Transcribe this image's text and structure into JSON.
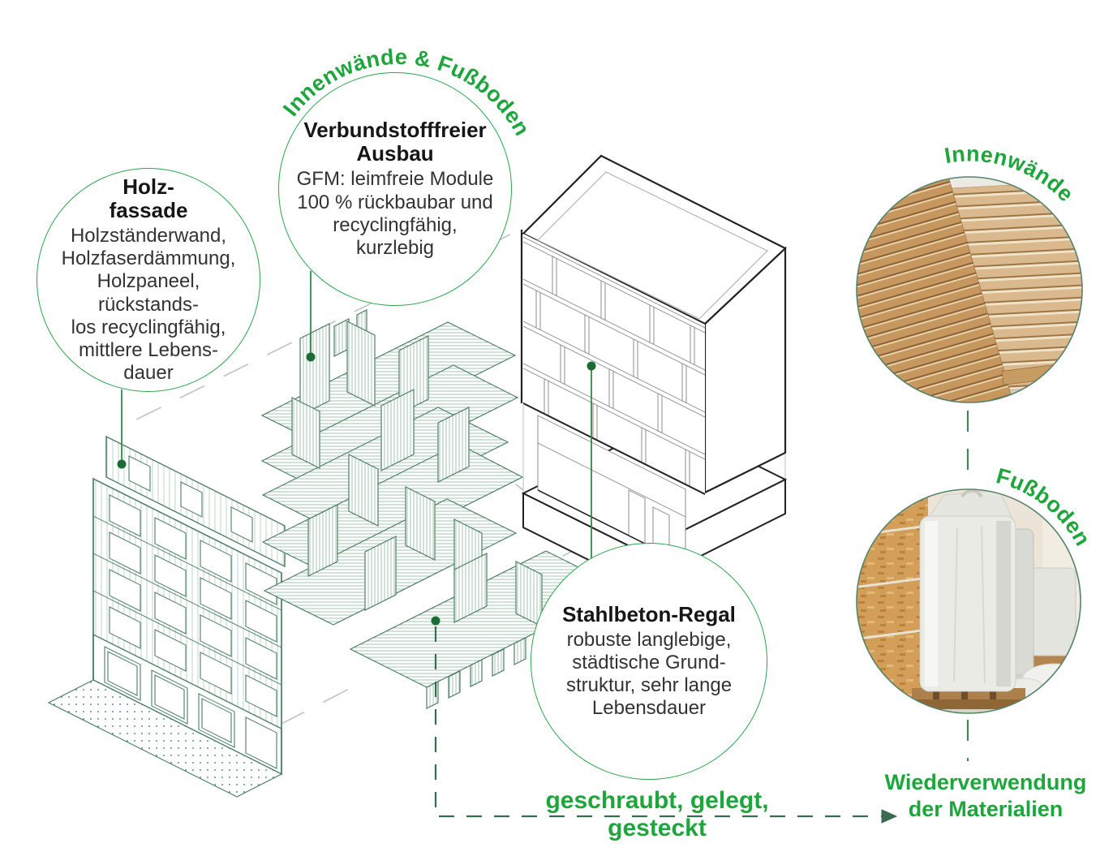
{
  "annotations": {
    "holzfassade": {
      "title": "Holz-\nfassade",
      "body": "Holzständerwand,\nHolzfaserdämmung,\nHolzpaneel,\nrückstands-\nlos recyclingfähig,\nmittlere Lebens-\ndauer"
    },
    "ausbau": {
      "arc_label": "Innenwände & Fußboden",
      "title": "Verbundstofffreier\nAusbau",
      "body": "GFM: leimfreie Module\n100 % rückbaubar und\nrecyclingfähig,\nkurzlebig"
    },
    "stahlbeton": {
      "title": "Stahlbeton-Regal",
      "body": "robuste langlebige,\nstädtische Grund-\nstruktur, sehr lange\nLebensdauer"
    }
  },
  "photos": {
    "innenwaende": {
      "label": "Innenwände"
    },
    "fussboden": {
      "label": "Fußboden"
    }
  },
  "footer": {
    "assembly": "geschraubt, gelegt, gesteckt",
    "reuse": "Wiederverwendung\nder Materialien"
  },
  "colors": {
    "accent_green": "#1ea63c",
    "circle_green": "#2da44e",
    "drawing_green": "#4d7e63",
    "dash_dark_green": "#3a6b50",
    "leader_green": "#2e8b4a",
    "dot_green": "#1b6b33",
    "building_black": "#222222",
    "guide_gray": "#c7c7c7"
  }
}
